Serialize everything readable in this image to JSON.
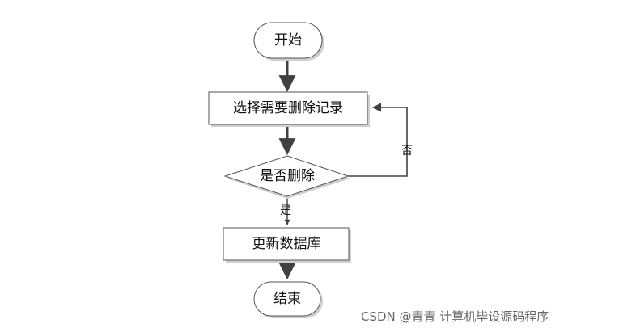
{
  "diagram": {
    "nodes": {
      "start": "开始",
      "select": "选择需要删除记录",
      "decision": "是否删除",
      "update": "更新数据库",
      "end": "结束"
    },
    "edges": {
      "yes": "是",
      "no": "否"
    }
  },
  "watermark": "CSDN @青青  计算机毕设源码程序",
  "colors": {
    "line": "#404040",
    "node_stroke": "#555555",
    "shadow": "#cfcfcf"
  }
}
